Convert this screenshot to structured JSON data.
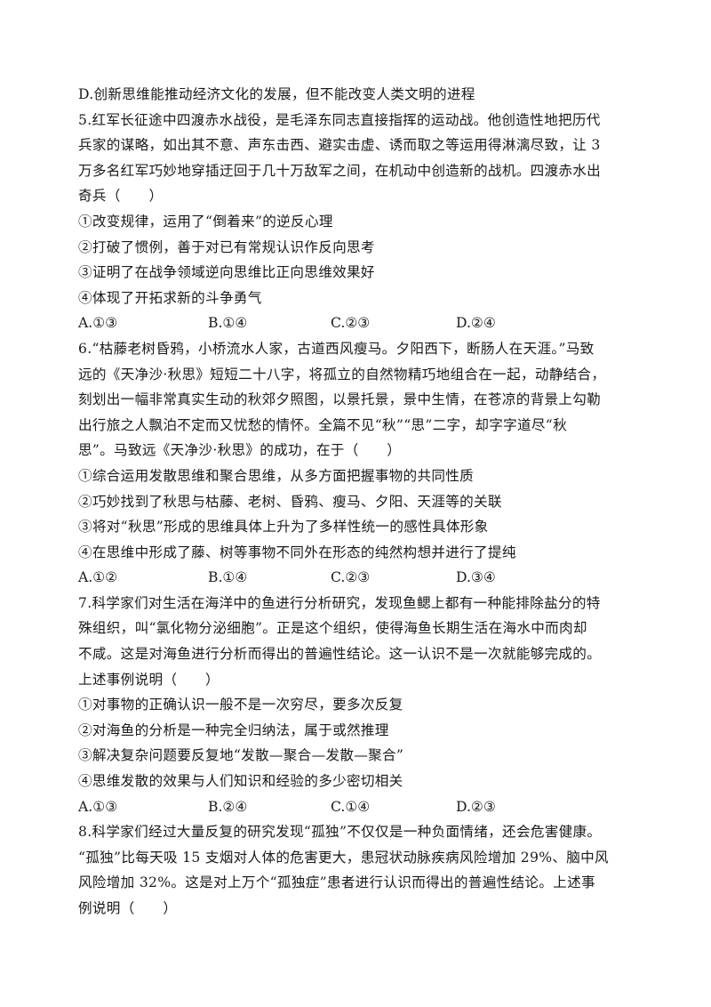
{
  "lines_top": [
    "D.创新思维能推动经济文化的发展，但不能改变人类文明的进程"
  ],
  "q5": {
    "stem": [
      "5.红军长征途中四渡赤水战役，是毛泽东同志直接指挥的运动战。他创造性地把历代",
      "兵家的谋略，如出其不意、声东击西、避实击虚、诱而取之等运用得淋漓尽致，让 3",
      "万多名红军巧妙地穿插迂回于几十万敌军之间，在机动中创造新的战机。四渡赤水出",
      "奇兵（　　）"
    ],
    "statements": [
      "①改变规律，运用了“倒着来”的逆反心理",
      "②打破了惯例，善于对已有常规认识作反向思考",
      "③证明了在战争领域逆向思维比正向思维效果好",
      "④体现了开拓求新的斗争勇气"
    ],
    "options": [
      "A.①③",
      "B.①④",
      "C.②③",
      "D.②④"
    ]
  },
  "q6": {
    "stem": [
      "6.“枯藤老树昏鸦，小桥流水人家，古道西风瘦马。夕阳西下，断肠人在天涯。”马致",
      "远的《天净沙·秋思》短短二十八字，将孤立的自然物精巧地组合在一起，动静结合，",
      "刻划出一幅非常真实生动的秋郊夕照图，以景托景，景中生情，在苍凉的背景上勾勒",
      "出行旅之人飘泊不定而又忧愁的情怀。全篇不见“秋”“思”二字，却字字道尽“秋",
      "思”。马致远《天净沙·秋思》的成功，在于（　　）"
    ],
    "statements": [
      "①综合运用发散思维和聚合思维，从多方面把握事物的共同性质",
      "②巧妙找到了秋思与枯藤、老树、昏鸦、瘦马、夕阳、天涯等的关联",
      "③将对“秋思”形成的思维具体上升为了多样性统一的感性具体形象",
      "④在思维中形成了藤、树等事物不同外在形态的纯然构想并进行了提纯"
    ],
    "options": [
      "A.①②",
      "B.①④",
      "C.②③",
      "D.③④"
    ]
  },
  "q7": {
    "stem": [
      "7.科学家们对生活在海洋中的鱼进行分析研究，发现鱼鳃上都有一种能排除盐分的特",
      "殊组织，叫“氯化物分泌细胞”。正是这个组织，使得海鱼长期生活在海水中而肉却",
      "不咸。这是对海鱼进行分析而得出的普遍性结论。这一认识不是一次就能够完成的。",
      "上述事例说明（　　）"
    ],
    "statements": [
      "①对事物的正确认识一般不是一次穷尽，要多次反复",
      "②对海鱼的分析是一种完全归纳法，属于或然推理",
      "③解决复杂问题要反复地“发散—聚合—发散—聚合”",
      "④思维发散的效果与人们知识和经验的多少密切相关"
    ],
    "options": [
      "A.①③",
      "B.②④",
      "C.①④",
      "D.②③"
    ]
  },
  "q8": {
    "stem": [
      "8.科学家们经过大量反复的研究发现“孤独”不仅仅是一种负面情绪，还会危害健康。",
      "“孤独”比每天吸 15 支烟对人体的危害更大，患冠状动脉疾病风险增加 29%、脑中风",
      "风险增加 32%。这是对上万个“孤独症”患者进行认识而得出的普遍性结论。上述事",
      "例说明（　　）"
    ]
  }
}
